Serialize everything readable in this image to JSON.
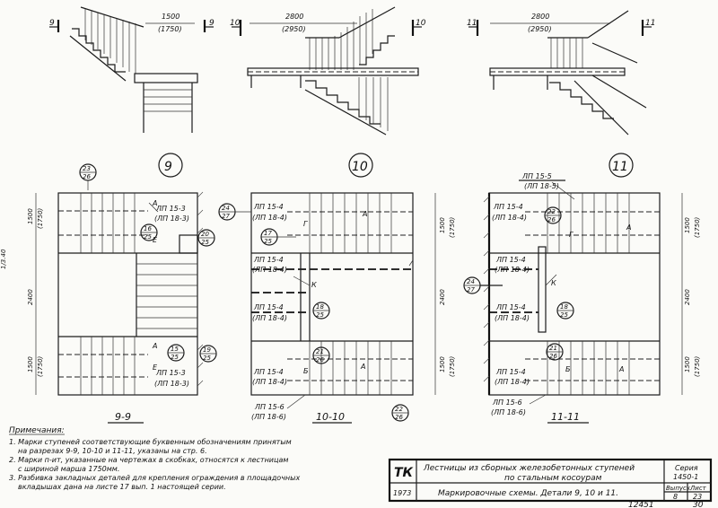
{
  "sections": {
    "s9": {
      "mark_left": "9",
      "mark_right": "9",
      "dim_top": "1500",
      "dim_top_alt": "(1750)"
    },
    "s10": {
      "mark_left": "10",
      "mark_right": "10",
      "dim_top": "2800",
      "dim_top_alt": "(2950)"
    },
    "s11": {
      "mark_left": "11",
      "mark_right": "11",
      "dim_top": "2800",
      "dim_top_alt": "(2950)"
    }
  },
  "plan9": {
    "circle": "9",
    "caption": "9-9",
    "node_top": {
      "num": "23",
      "den": "26"
    },
    "mark_a1": "А",
    "mark_e1": "Е",
    "lp_top": "ЛП 15-3",
    "lp_top_alt": "(ЛП 18-3)",
    "node_a": {
      "num": "16",
      "den": "25"
    },
    "node_b": {
      "num": "20",
      "den": "25"
    },
    "mark_a2": "А",
    "node_c": {
      "num": "15",
      "den": "25"
    },
    "node_d": {
      "num": "19",
      "den": "25"
    },
    "mark_e2": "Е",
    "lp_bot": "ЛП 15-3",
    "lp_bot_alt": "(ЛП 18-3)",
    "dim_1": "1500",
    "dim_1_alt": "(1750)",
    "dim_2": "2400",
    "dim_3": "1500",
    "dim_3_alt": "(1750)"
  },
  "plan10": {
    "circle": "10",
    "caption": "10-10",
    "lp_1": "ЛП 15-4",
    "lp_1_alt": "(ЛП 18-4)",
    "node_a": {
      "num": "24",
      "den": "27"
    },
    "node_b": {
      "num": "17",
      "den": "25"
    },
    "mark_g": "Г",
    "mark_a1": "А",
    "lp_2": "ЛП 15-4",
    "lp_2_alt": "(ЛП 18-4)",
    "mark_k": "К",
    "lp_3": "ЛП 15-4",
    "lp_3_alt": "(ЛП 18-4)",
    "node_c": {
      "num": "18",
      "den": "25"
    },
    "node_d": {
      "num": "21",
      "den": "26"
    },
    "lp_4": "ЛП 15-4",
    "lp_4_alt": "(ЛП 18-4)",
    "mark_b": "Б",
    "mark_a2": "А",
    "lp_5": "ЛП 15-6",
    "lp_5_alt": "(ЛП 18-6)",
    "node_e": {
      "num": "22",
      "den": "26"
    },
    "dim_1": "1500",
    "dim_1_alt": "(1750)",
    "dim_2": "2400",
    "dim_3": "1500",
    "dim_3_alt": "(1750)"
  },
  "plan11": {
    "circle": "11",
    "caption": "11-11",
    "lp_top": "ЛП 15-5",
    "lp_top_alt": "(ЛП 18-5)",
    "node_a": {
      "num": "22",
      "den": "26"
    },
    "mark_g": "Г",
    "mark_a1": "А",
    "lp_1": "ЛП 15-4",
    "lp_1_alt": "(ЛП 18-4)",
    "node_b": {
      "num": "24",
      "den": "27"
    },
    "mark_k": "К",
    "lp_2": "ЛП 15-4",
    "lp_2_alt": "(ЛП 18-4)",
    "lp_3": "ЛП 15-4",
    "lp_3_alt": "(ЛП 18-4)",
    "node_c": {
      "num": "18",
      "den": "25"
    },
    "node_d": {
      "num": "21",
      "den": "26"
    },
    "lp_4": "ЛП 15-4",
    "lp_4_alt": "(ЛП 18-4)",
    "mark_b": "Б",
    "mark_a2": "А",
    "lp_5": "ЛП 15-6",
    "lp_5_alt": "(ЛП 18-6)",
    "dim_1": "1500",
    "dim_1_alt": "(1750)",
    "dim_2": "2400",
    "dim_3": "1500",
    "dim_3_alt": "(1750)"
  },
  "notes": {
    "title": "Примечания:",
    "n1a": "1. Марки ступеней соответствующие буквенным обозначениям принятым",
    "n1b": "на разрезах 9-9, 10-10 и 11-11, указаны на стр. 6.",
    "n2a": "2. Марки п-ит, указанные на чертежах в скобках, относятся к лестницам",
    "n2b": "с шириной марша 1750мм.",
    "n3a": "3. Разбивка закладных деталей для крепления ограждения в площадочных",
    "n3b": "вкладышах дана на листе 17 вып. 1 настоящей серии."
  },
  "stamp": {
    "code": "ТК",
    "year": "1973",
    "title_1": "Лестницы из сборных железобетонных ступеней",
    "title_2": "по стальным косоурам",
    "subtitle": "Маркировочные схемы. Детали 9, 10 и 11.",
    "series_label": "Серия",
    "series_value": "1450-1",
    "issue_label": "Выпуск",
    "issue_value": "8",
    "sheet_label": "Лист",
    "sheet_value": "23"
  },
  "footer": {
    "number": "12451",
    "page": "30"
  },
  "side_mark": "1/3.40"
}
